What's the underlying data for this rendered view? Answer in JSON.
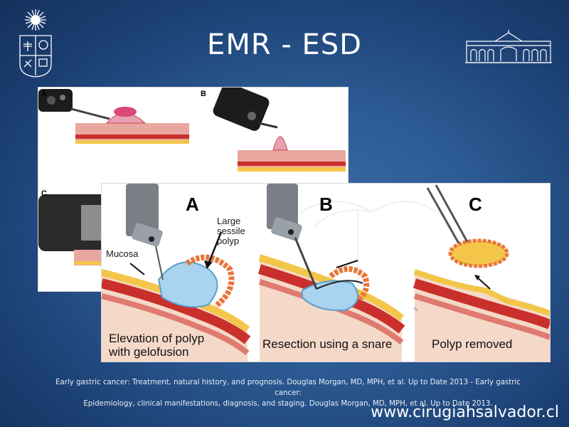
{
  "slide": {
    "title": "EMR - ESD",
    "website": "www.cirugiahsalvador.cl",
    "citation_line1": "Early gastric cancer: Treatment, natural history, and prognosis. Douglas Morgan, MD, MPH, et al.  Up to Date 2013 - Early gastric cancer:",
    "citation_line2": "Epidemiology, clinical manifestations, diagnosis, and staging. Douglas Morgan, MD, MPH, et al.  Up to Date 2013."
  },
  "back_figure": {
    "labels": [
      "A",
      "B",
      "C"
    ]
  },
  "front_figure": {
    "panel_a": {
      "letter": "A",
      "annotation_polyp": "Large sessile polyp",
      "annotation_mucosa": "Mucosa",
      "caption_line1": "Elevation of polyp",
      "caption_line2": "with gelofusion"
    },
    "panel_b": {
      "letter": "B",
      "caption": "Resection using a snare"
    },
    "panel_c": {
      "letter": "C",
      "caption": "Polyp removed"
    }
  },
  "colors": {
    "background": "#2c5a93",
    "tissue_red": "#c9302c",
    "fat_yellow": "#f3c64a",
    "gel_blue": "#a9d3ee",
    "polyp_orange": "#e8763a"
  }
}
